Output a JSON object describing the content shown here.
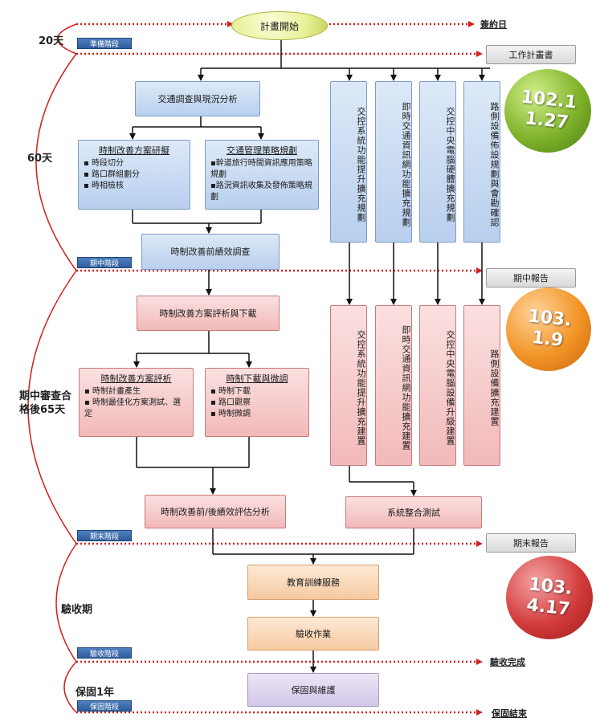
{
  "start": "計畫開始",
  "right_labels": {
    "sign_date": "簽約日",
    "work_plan": "工作計畫書",
    "mid_report": "期中報告",
    "final_report": "期末報告",
    "acceptance_done": "驗收完成",
    "warranty_end": "保固結束"
  },
  "stages": {
    "prep": "準備階段",
    "mid": "期中階段",
    "end": "期末階段",
    "accept": "驗收階段",
    "warranty": "保固階段"
  },
  "durations": {
    "d20": "20天",
    "d60": "60天",
    "mid65": "期中審查合格後65天",
    "accept": "驗收期",
    "warranty": "保固1年"
  },
  "dates": {
    "d1": "102.11.27",
    "d2": "103.1.9",
    "d3": "103.4.17"
  },
  "boxes": {
    "survey": "交通調查與現況分析",
    "timing_plan": {
      "title": "時制改善方案研擬",
      "items": [
        "時段切分",
        "路口群組劃分",
        "時相檢核"
      ]
    },
    "mgmt_plan": {
      "title": "交通管理策略規劃",
      "items": [
        "幹道旅行時間資訊應用策略規劃",
        "路況資訊收集及發佈策略規劃"
      ]
    },
    "before_survey": "時制改善前績效調查",
    "eval_issue": "時制改善方案評析與下載",
    "timing_eval": {
      "title": "時制改善方案評析",
      "items": [
        "時制計畫產生",
        "時制最佳化方案測試、選定"
      ]
    },
    "timing_download": {
      "title": "時制下載與微調",
      "items": [
        "時制下載",
        "路口觀察",
        "時制微調"
      ]
    },
    "perf_eval": "時制改善前/後績效評估分析",
    "integration_test": "系統整合測試",
    "training": "教育訓練服務",
    "acceptance_work": "驗收作業",
    "warranty_maint": "保固與維護",
    "col_plan": [
      "交控系統功能提升擴充規劃",
      "即時交通資訊網功能擴充規劃",
      "交控中央電腦硬體擴充規劃",
      "路側設備佈設規劃與會勘確認"
    ],
    "col_build": [
      "交控系統功能提升擴充建置",
      "即時交通資訊網功能擴充建置",
      "交控中央電腦設備升級建置",
      "路側設備擴充建置"
    ]
  }
}
